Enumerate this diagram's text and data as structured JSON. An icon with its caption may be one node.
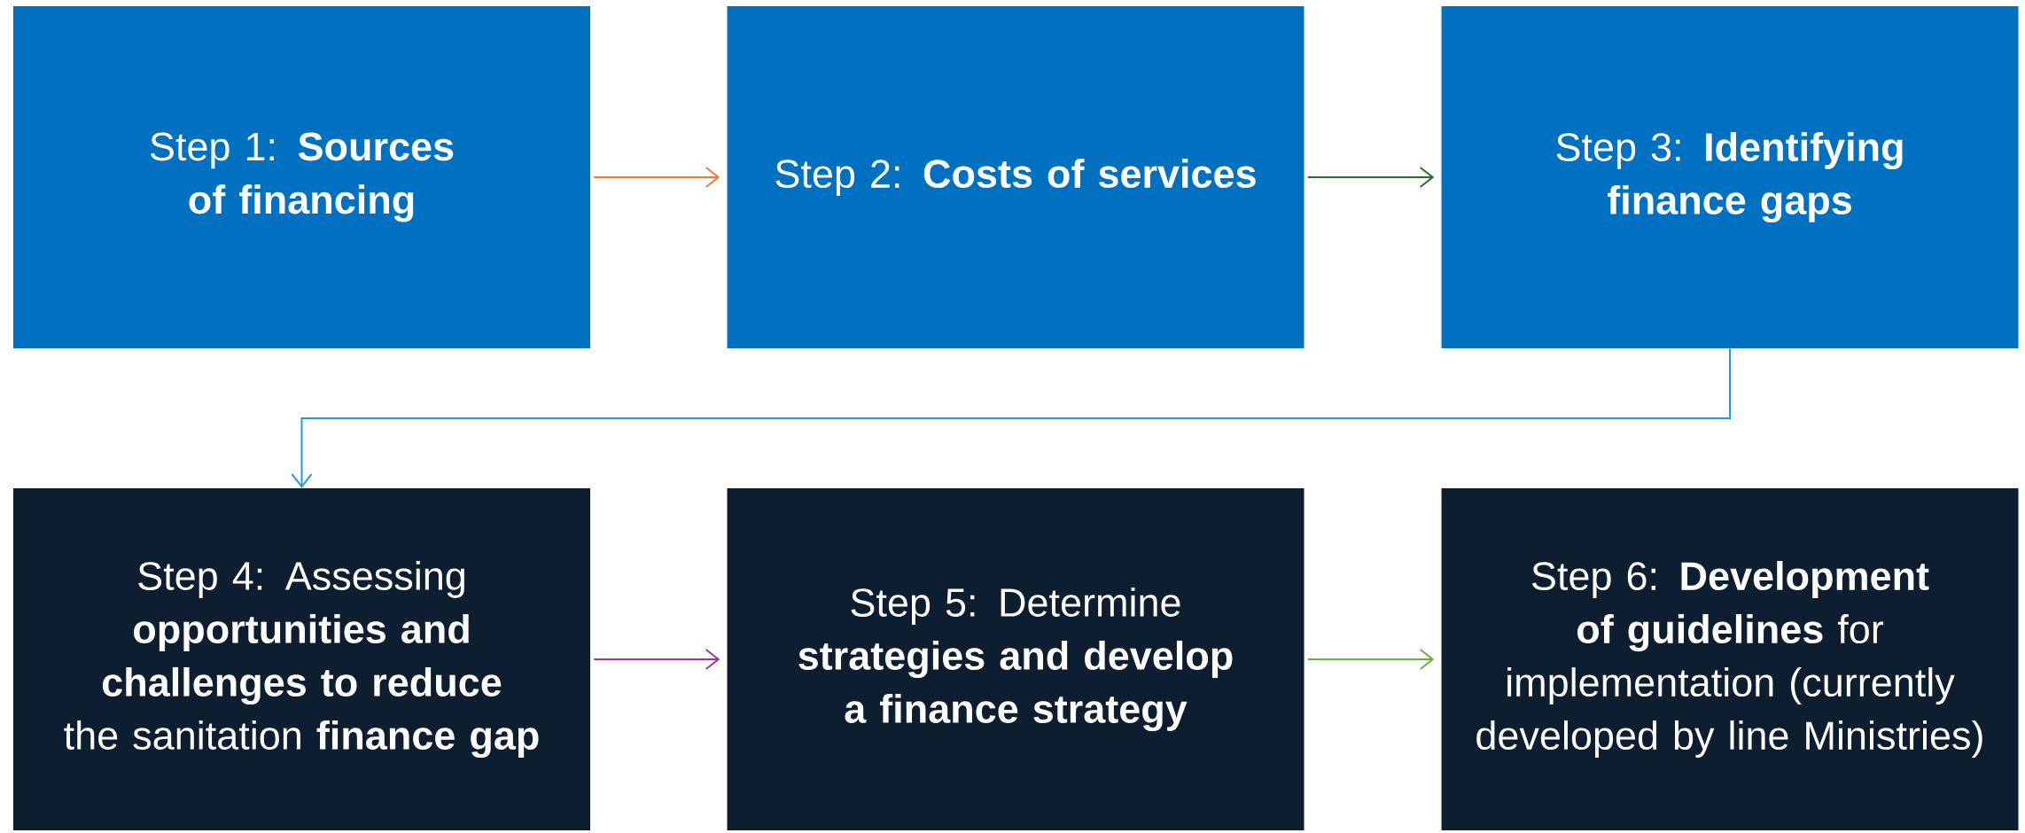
{
  "diagram": {
    "nodes": [
      {
        "text": [
          "Step 1: **Sources of financing**"
        ]
      },
      {
        "text": [
          "Step 2: **Costs of services**"
        ]
      },
      {
        "text": [
          "Step 3: **Identifying finance gaps**"
        ]
      },
      {
        "text": [
          "Step 4: Assessing **opportunities and challenges to reduce** the sanitation **finance gap**"
        ]
      },
      {
        "text": [
          "Step 5: Determine **strategies and develop a finance strategy**"
        ]
      },
      {
        "text": [
          "Step 6: **Development of guidelines** for implementation (currently developed by line Ministries)"
        ]
      }
    ],
    "edges": [
      {
        "from": 0,
        "to": 1,
        "arrow": "to",
        "color": "#ed7d31"
      },
      {
        "from": 1,
        "to": 2,
        "arrow": "to",
        "color": "#2e6b2e"
      },
      {
        "from": 2,
        "to": 3,
        "arrow": "to",
        "color": "#1f9bd7"
      },
      {
        "from": 3,
        "to": 4,
        "arrow": "to",
        "color": "#a0329b"
      },
      {
        "from": 4,
        "to": 5,
        "arrow": "to",
        "color": "#6aaf3d"
      }
    ]
  }
}
